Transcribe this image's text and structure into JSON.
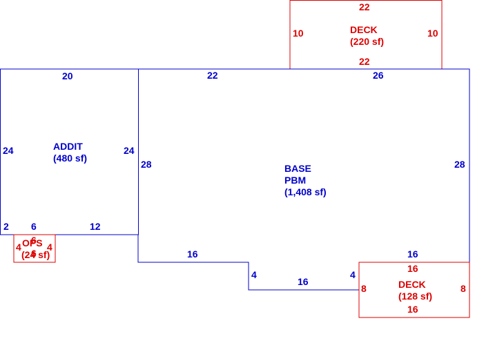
{
  "colors": {
    "main": "#0000cc",
    "secondary": "#dd0000",
    "background": "#ffffff"
  },
  "base": {
    "name1": "BASE",
    "name2": "PBM",
    "area": "(1,408 sf)",
    "dims": {
      "top_left": "22",
      "top_right": "26",
      "left": "28",
      "right": "28",
      "bottom_left": "16",
      "bottom_right": "16",
      "notch_left": "4",
      "notch_bottom": "16",
      "notch_right": "4"
    }
  },
  "addition": {
    "name": "ADDIT",
    "area": "(480 sf)",
    "dims": {
      "top": "20",
      "left": "24",
      "right": "24",
      "bottom_left": "2",
      "bottom_mid": "6",
      "bottom_right": "12"
    }
  },
  "ops": {
    "name": "OPS",
    "area": "(24 sf)",
    "dims": {
      "top": "6",
      "bottom": "6",
      "left": "4",
      "right": "4"
    }
  },
  "deck_top": {
    "name": "DECK",
    "area": "(220 sf)",
    "dims": {
      "top": "22",
      "bottom": "22",
      "left": "10",
      "right": "10"
    }
  },
  "deck_bottom": {
    "name": "DECK",
    "area": "(128 sf)",
    "dims": {
      "top": "16",
      "bottom": "16",
      "left": "8",
      "right": "8"
    }
  }
}
